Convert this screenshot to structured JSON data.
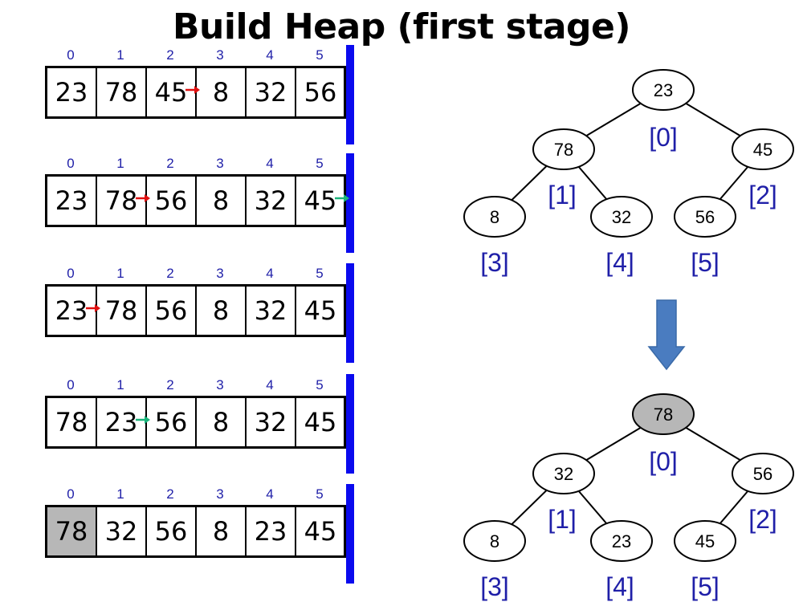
{
  "title": "Build Heap (first stage)",
  "colors": {
    "index_text": "#1f1fa8",
    "divider_bar": "#0a0aee",
    "highlight_cell": "#b7b7b7",
    "swap_arrow_red": "#e01010",
    "compare_arrow_green": "#19b37a",
    "down_arrow": "#4a7cc0"
  },
  "arrays": [
    {
      "indices": [
        "0",
        "1",
        "2",
        "3",
        "4",
        "5"
      ],
      "values": [
        "23",
        "78",
        "45",
        "8",
        "32",
        "56"
      ],
      "highlight": [],
      "arrows": [
        {
          "after_index": 2,
          "color": "red"
        }
      ]
    },
    {
      "indices": [
        "0",
        "1",
        "2",
        "3",
        "4",
        "5"
      ],
      "values": [
        "23",
        "78",
        "56",
        "8",
        "32",
        "45"
      ],
      "highlight": [],
      "arrows": [
        {
          "after_index": 1,
          "color": "red"
        },
        {
          "after_index": 5,
          "color": "green"
        }
      ]
    },
    {
      "indices": [
        "0",
        "1",
        "2",
        "3",
        "4",
        "5"
      ],
      "values": [
        "23",
        "78",
        "56",
        "8",
        "32",
        "45"
      ],
      "highlight": [],
      "arrows": [
        {
          "after_index": 0,
          "color": "red"
        }
      ]
    },
    {
      "indices": [
        "0",
        "1",
        "2",
        "3",
        "4",
        "5"
      ],
      "values": [
        "78",
        "23",
        "56",
        "8",
        "32",
        "45"
      ],
      "highlight": [],
      "arrows": [
        {
          "after_index": 1,
          "color": "green"
        }
      ]
    },
    {
      "indices": [
        "0",
        "1",
        "2",
        "3",
        "4",
        "5"
      ],
      "values": [
        "78",
        "32",
        "56",
        "8",
        "23",
        "45"
      ],
      "highlight": [
        0
      ],
      "arrows": []
    }
  ],
  "trees": [
    {
      "node_values": [
        "23",
        "78",
        "45",
        "8",
        "32",
        "56"
      ],
      "index_labels": [
        "[0]",
        "[1]",
        "[2]",
        "[3]",
        "[4]",
        "[5]"
      ],
      "highlight": []
    },
    {
      "node_values": [
        "78",
        "32",
        "56",
        "8",
        "23",
        "45"
      ],
      "index_labels": [
        "[0]",
        "[1]",
        "[2]",
        "[3]",
        "[4]",
        "[5]"
      ],
      "highlight": [
        0
      ]
    }
  ]
}
